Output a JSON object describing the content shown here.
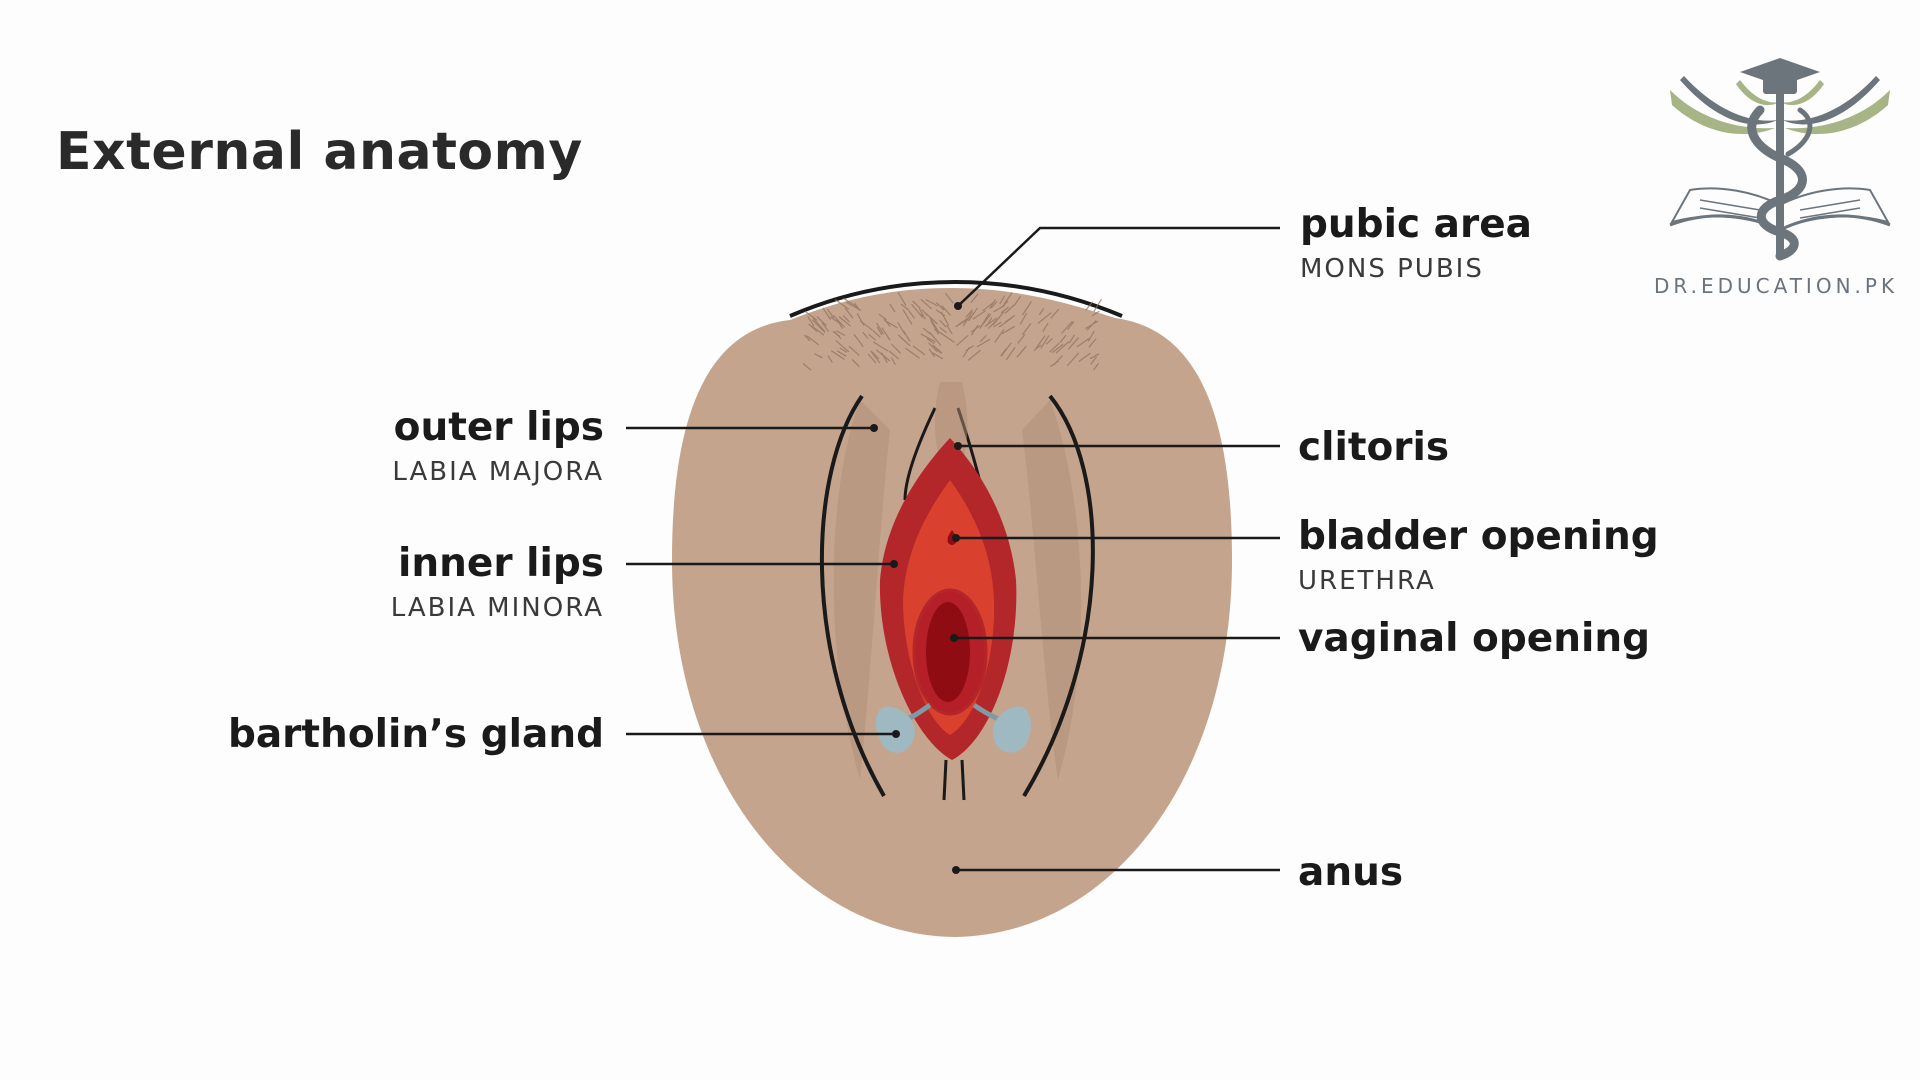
{
  "title": "External anatomy",
  "watermark": "DR.EDUCATION.PK",
  "colors": {
    "skin": "#c4a48c",
    "skin_dark": "#b08c76",
    "outer_red": "#b3262a",
    "inner_red": "#d9412e",
    "opening": "#8e0c12",
    "gland": "#9fb9c2",
    "leader": "#1a1a1a",
    "logo_gray": "#6c747c",
    "logo_green": "#a7b486"
  },
  "labels": {
    "pubic_area": {
      "main": "pubic area",
      "sub": "MONS PUBIS"
    },
    "clitoris": {
      "main": "clitoris"
    },
    "bladder_opening": {
      "main": "bladder opening",
      "sub": "URETHRA"
    },
    "vaginal_opening": {
      "main": "vaginal opening"
    },
    "anus": {
      "main": "anus"
    },
    "outer_lips": {
      "main": "outer lips",
      "sub": "LABIA MAJORA"
    },
    "inner_lips": {
      "main": "inner lips",
      "sub": "LABIA MINORA"
    },
    "bartholins_gland": {
      "main": "bartholin’s gland"
    }
  },
  "icons": [
    "medical-education-logo-icon",
    "graduation-cap-icon",
    "caduceus-icon",
    "open-book-icon",
    "wings-icon"
  ]
}
